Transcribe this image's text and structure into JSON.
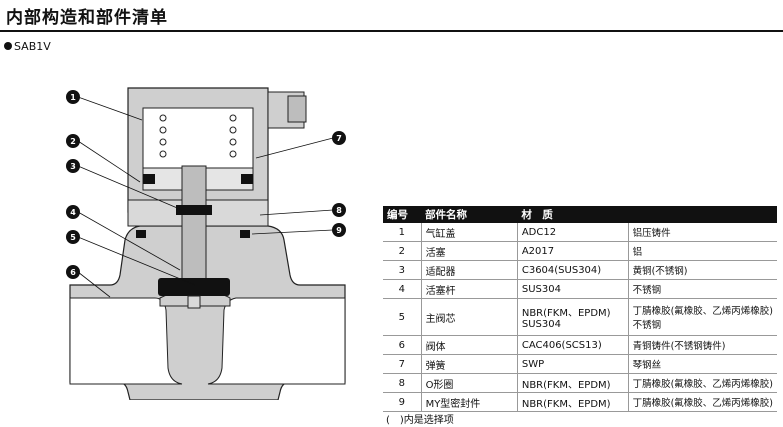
{
  "page": {
    "title": "内部构造和部件清单",
    "model": "SAB1V"
  },
  "callouts": [
    "1",
    "2",
    "3",
    "4",
    "5",
    "6",
    "7",
    "8",
    "9"
  ],
  "table": {
    "headers": [
      "编号",
      "部件名称",
      "材　质",
      ""
    ],
    "rows": [
      {
        "no": "1",
        "name": "气缸盖",
        "materials": [
          "ADC12"
        ],
        "notes": [
          "铝压铸件"
        ]
      },
      {
        "no": "2",
        "name": "活塞",
        "materials": [
          "A2017"
        ],
        "notes": [
          "铝"
        ]
      },
      {
        "no": "3",
        "name": "适配器",
        "materials": [
          "C3604(SUS304)"
        ],
        "notes": [
          "黄铜(不锈钢)"
        ]
      },
      {
        "no": "4",
        "name": "活塞杆",
        "materials": [
          "SUS304"
        ],
        "notes": [
          "不锈钢"
        ]
      },
      {
        "no": "5",
        "name": "主阀芯",
        "materials": [
          "NBR(FKM、EPDM)",
          "SUS304"
        ],
        "notes": [
          "丁腈橡胶(氟橡胶、乙烯丙烯橡胶)",
          "不锈钢"
        ]
      },
      {
        "no": "6",
        "name": "阀体",
        "materials": [
          "CAC406(SCS13)"
        ],
        "notes": [
          "青铜铸件(不锈钢铸件)"
        ]
      },
      {
        "no": "7",
        "name": "弹簧",
        "materials": [
          "SWP"
        ],
        "notes": [
          "琴钢丝"
        ]
      },
      {
        "no": "8",
        "name": "O形圈",
        "materials": [
          "NBR(FKM、EPDM)"
        ],
        "notes": [
          "丁腈橡胶(氟橡胶、乙烯丙烯橡胶)"
        ]
      },
      {
        "no": "9",
        "name": "MY型密封件",
        "materials": [
          "NBR(FKM、EPDM)"
        ],
        "notes": [
          "丁腈橡胶(氟橡胶、乙烯丙烯橡胶)"
        ]
      }
    ],
    "footnote": "(　)内是选择项"
  }
}
